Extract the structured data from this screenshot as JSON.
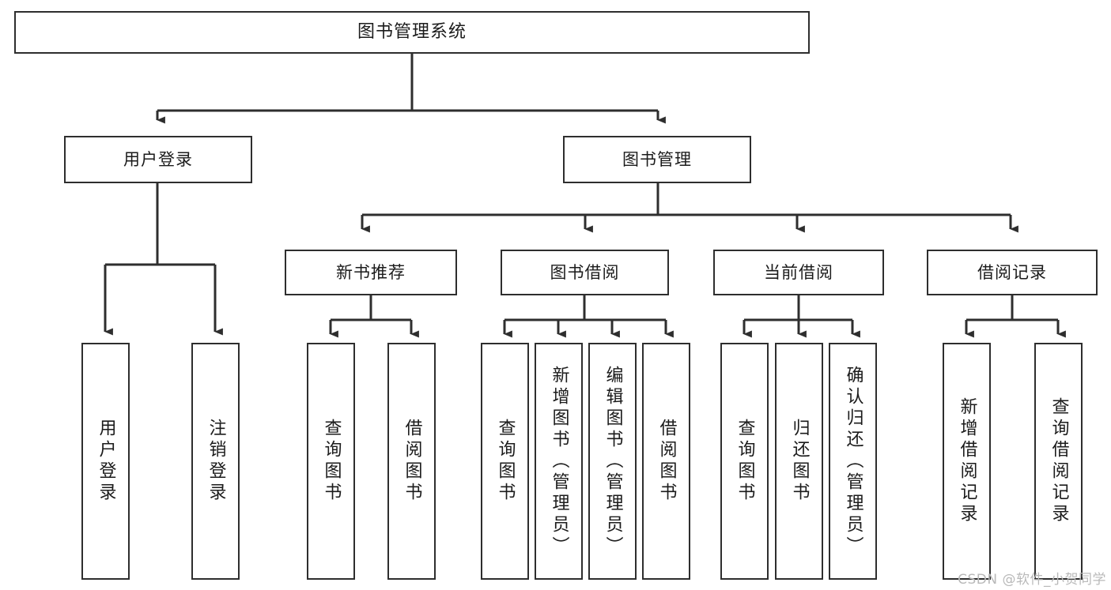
{
  "diagram": {
    "type": "tree",
    "title": "图书管理系统",
    "orientation": "top-down",
    "colors": {
      "box_border": "#2e2e2e",
      "box_fill": "#ffffff",
      "edge": "#2e2e2e",
      "text": "#1b1b1b",
      "watermark": "#b9b9b9"
    }
  },
  "root": {
    "label": "图书管理系统"
  },
  "level1": [
    {
      "label": "用户登录"
    },
    {
      "label": "图书管理"
    }
  ],
  "level2": [
    {
      "label": "新书推荐"
    },
    {
      "label": "图书借阅"
    },
    {
      "label": "当前借阅"
    },
    {
      "label": "借阅记录"
    }
  ],
  "leaves": {
    "user_login": [
      {
        "label": "用户登录"
      },
      {
        "label": "注销登录"
      }
    ],
    "new_book": [
      {
        "label": "查询图书"
      },
      {
        "label": "借阅图书"
      }
    ],
    "book_borrow": [
      {
        "label": "查询图书"
      },
      {
        "label": "新增图书（管理员）"
      },
      {
        "label": "编辑图书（管理员）"
      },
      {
        "label": "借阅图书"
      }
    ],
    "current_borrow": [
      {
        "label": "查询图书"
      },
      {
        "label": "归还图书"
      },
      {
        "label": "确认归还（管理员）"
      }
    ],
    "borrow_record": [
      {
        "label": "新增借阅记录"
      },
      {
        "label": "查询借阅记录"
      }
    ]
  },
  "watermark": {
    "text": "CSDN @软件_小贺同学"
  }
}
